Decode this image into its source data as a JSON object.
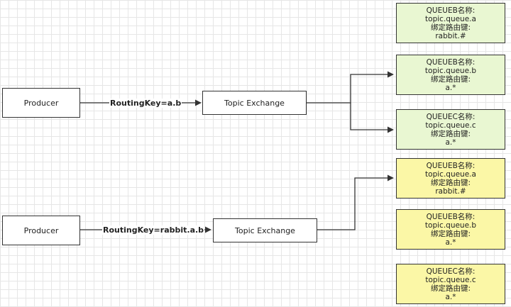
{
  "top": {
    "producer": "Producer",
    "routing_key": "RoutingKey=a.b",
    "exchange": "Topic Exchange",
    "queues": [
      {
        "name": "QUEUEB名称:",
        "queue": "topic.queue.a",
        "bind_label": "绑定路由键:",
        "bind_key": "rabbit.#"
      },
      {
        "name": "QUEUEB名称:",
        "queue": "topic.queue.b",
        "bind_label": "绑定路由键:",
        "bind_key": "a.*"
      },
      {
        "name": "QUEUEC名称:",
        "queue": "topic.queue.c",
        "bind_label": "绑定路由键:",
        "bind_key": "a.*"
      }
    ]
  },
  "bottom": {
    "producer": "Producer",
    "routing_key": "RoutingKey=rabbit.a.b",
    "exchange": "Topic Exchange",
    "queues": [
      {
        "name": "QUEUEB名称:",
        "queue": "topic.queue.a",
        "bind_label": "绑定路由键:",
        "bind_key": "rabbit.#"
      },
      {
        "name": "QUEUEB名称:",
        "queue": "topic.queue.b",
        "bind_label": "绑定路由键:",
        "bind_key": "a.*"
      },
      {
        "name": "QUEUEC名称:",
        "queue": "topic.queue.c",
        "bind_label": "绑定路由键:",
        "bind_key": "a.*"
      }
    ]
  },
  "colors": {
    "top_queue_fill": "#e9f7d2",
    "bottom_queue_fill": "#fbf7a6",
    "line": "#333333"
  }
}
